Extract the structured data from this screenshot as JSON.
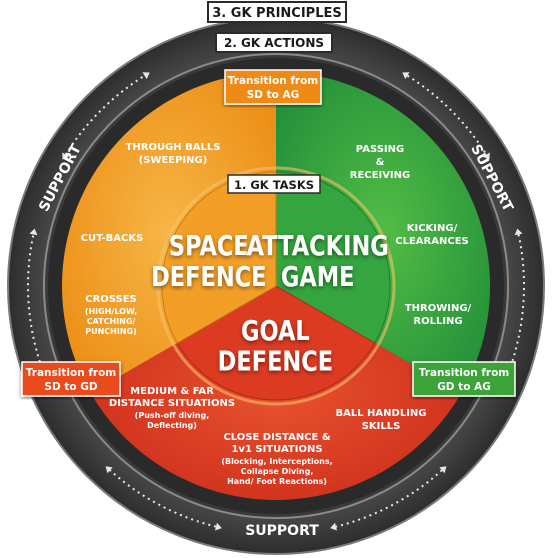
{
  "titles": {
    "principles": "3. GK PRINCIPLES",
    "actions": "2. GK ACTIONS",
    "tasks": "1. GK TASKS"
  },
  "support": {
    "left": "SUPPORT",
    "right": "SUPPORT",
    "bottom": "SUPPORT"
  },
  "core": {
    "space_defence": [
      "SPACE",
      "DEFENCE"
    ],
    "attacking_game": [
      "ATTACKING",
      "GAME"
    ],
    "goal_defence": [
      "GOAL",
      "DEFENCE"
    ]
  },
  "transitions": {
    "top": [
      "Transition from",
      "SD to AG"
    ],
    "left": [
      "Transition from",
      "SD to GD"
    ],
    "right": [
      "Transition from",
      "GD to AG"
    ]
  },
  "actions": {
    "orange": {
      "through_balls": [
        "THROUGH BALLS",
        "(SWEEPING)"
      ],
      "cut_backs": [
        "CUT-BACKS"
      ],
      "crosses": [
        "CROSSES"
      ],
      "crosses_sub": [
        "(HIGH/LOW,",
        "CATCHING/",
        "PUNCHING)"
      ]
    },
    "green": {
      "passing": [
        "PASSING",
        "&",
        "RECEIVING"
      ],
      "kicking": [
        "KICKING/",
        "CLEARANCES"
      ],
      "throwing": [
        "THROWING/",
        "ROLLING"
      ]
    },
    "red": {
      "medium_far": [
        "MEDIUM & FAR",
        "DISTANCE SITUATIONS"
      ],
      "medium_far_sub": [
        "(Push-off diving,",
        "Deflecting)"
      ],
      "close": [
        "CLOSE DISTANCE &",
        "1v1 SITUATIONS"
      ],
      "close_sub": [
        "(Blocking, Interceptions,",
        "Collapse Diving,",
        "Hand/ Foot Reactions)"
      ],
      "ball_handling": [
        "BALL HANDLING",
        "SKILLS"
      ]
    }
  },
  "colors": {
    "dark_ring": "#3d3d3d",
    "inner_dark_ring": "#2b2b2b",
    "orange": "#f29a1f",
    "orange_light": "#f6b13c",
    "green": "#2e9e3c",
    "green_light": "#49b947",
    "red": "#d8361f",
    "red_light": "#e6492a",
    "transition_orange": "#f28c1b",
    "transition_red": "#e5401f",
    "transition_green": "#3aa338"
  }
}
